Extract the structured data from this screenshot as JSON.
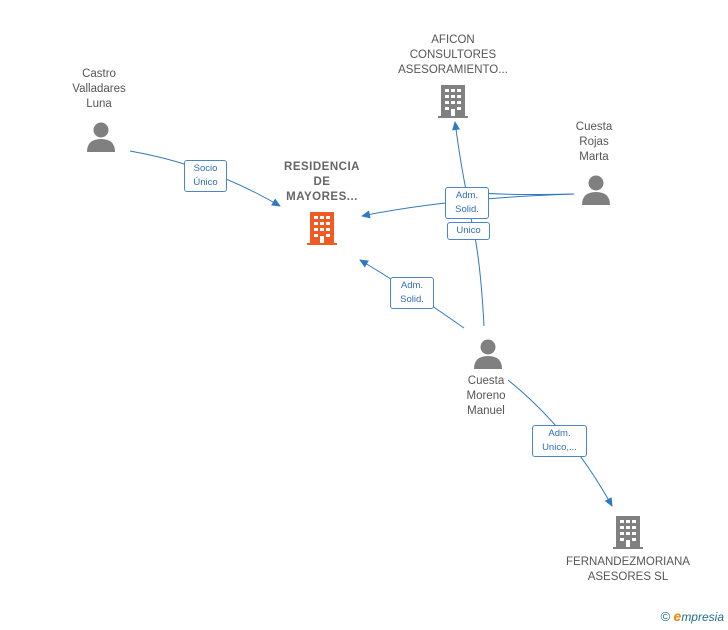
{
  "colors": {
    "edge": "#2f78c4",
    "person_icon": "#808080",
    "company_icon": "#808080",
    "focus_company_icon": "#f05a23"
  },
  "nodes": {
    "residencia": {
      "lines": [
        "RESIDENCIA",
        "DE",
        "MAYORES..."
      ],
      "icon": "building-icon"
    },
    "aficon": {
      "lines": [
        "AFICON",
        "CONSULTORES",
        "ASESORAMIENTO..."
      ],
      "icon": "building-icon"
    },
    "castro": {
      "lines": [
        "Castro",
        "Valladares",
        "Luna"
      ],
      "icon": "person-icon"
    },
    "cuesta_rojas": {
      "lines": [
        "Cuesta",
        "Rojas",
        "Marta"
      ],
      "icon": "person-icon"
    },
    "cuesta_moreno": {
      "lines": [
        "Cuesta",
        "Moreno",
        "Manuel"
      ],
      "icon": "person-icon"
    },
    "fernandez": {
      "lines": [
        "FERNANDEZMORIANA",
        "ASESORES SL"
      ],
      "icon": "building-icon"
    }
  },
  "edge_labels": {
    "socio_unico": [
      "Socio",
      "Único"
    ],
    "adm_solid_1": [
      "Adm.",
      "Solid."
    ],
    "unico": [
      "Unico"
    ],
    "adm_solid_2": [
      "Adm.",
      "Solid."
    ],
    "adm_unico": [
      "Adm.",
      "Unico,..."
    ]
  },
  "footer": {
    "copyright": "©",
    "brand_first": "e",
    "brand_rest": "mpresia"
  }
}
